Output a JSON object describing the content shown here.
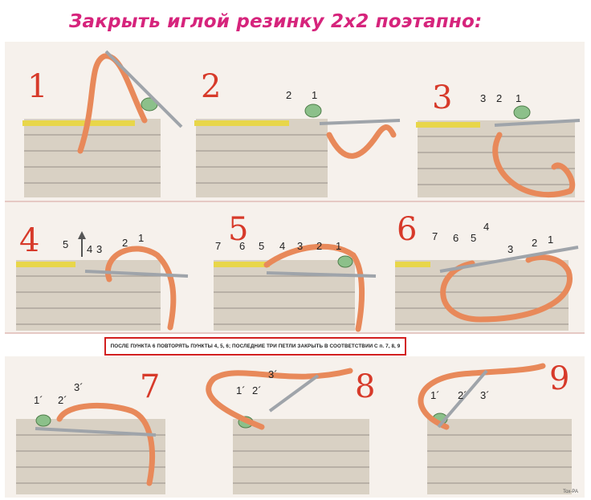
{
  "title": "Закрыть иглой резинку 2х2  поэтапно:",
  "note": "ПОСЛЕ  ПУНКТА 6  ПОВТОРЯТЬ ПУНКТЫ   4,  5,  6;   ПОСЛЕДНИЕ   ТРИ  ПЕТЛИ  ЗАКРЫТЬ В СООТВЕТСТВИИ С  п. 7,  8,  9",
  "signature": "Tox-PA",
  "colors": {
    "title": "#d6247c",
    "step": "#d73a2a",
    "yarn": "#e8895a",
    "knit": "#d9d1c4",
    "needle": "#cfd2d6",
    "stitch_green": "#8cc08a",
    "stitch_yellow": "#e8d64a"
  },
  "steps": [
    {
      "num": "1",
      "labels": []
    },
    {
      "num": "2",
      "labels": [
        "2",
        "1"
      ]
    },
    {
      "num": "3",
      "labels": [
        "3",
        "2",
        "1"
      ]
    },
    {
      "num": "4",
      "labels": [
        "5",
        "4",
        "3",
        "2",
        "1"
      ]
    },
    {
      "num": "5",
      "labels": [
        "7",
        "6",
        "5",
        "4",
        "3",
        "2",
        "1"
      ]
    },
    {
      "num": "6",
      "labels": [
        "7",
        "6",
        "5",
        "4",
        "3",
        "2",
        "1"
      ]
    },
    {
      "num": "7",
      "labels": [
        "1´",
        "2´",
        "3´"
      ]
    },
    {
      "num": "8",
      "labels": [
        "1´",
        "2´",
        "3´"
      ]
    },
    {
      "num": "9",
      "labels": [
        "1´",
        "2´",
        "3´"
      ]
    }
  ]
}
